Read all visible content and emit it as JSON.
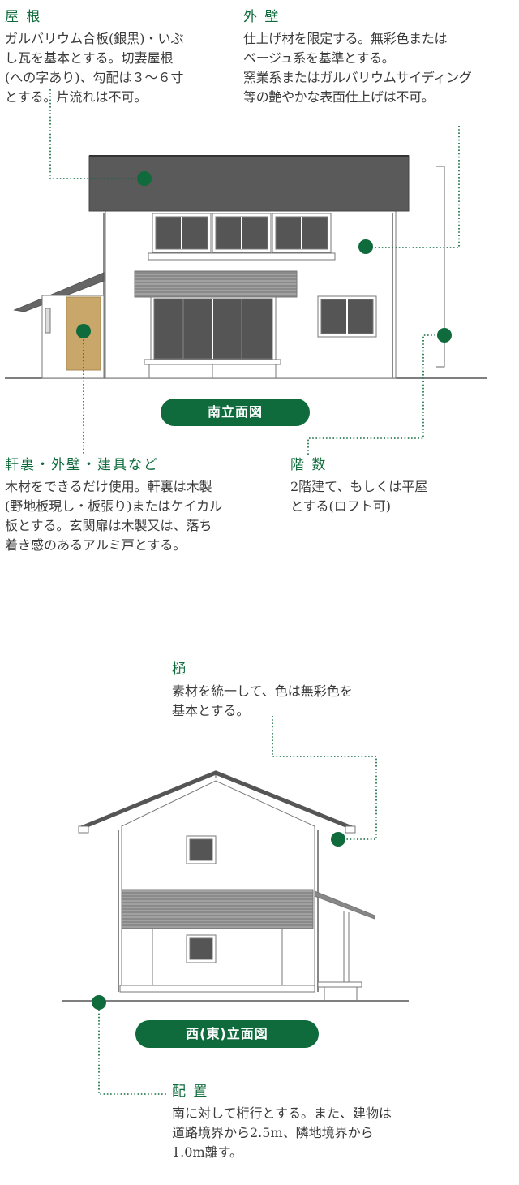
{
  "sections": {
    "roof": {
      "heading": "屋 根",
      "text": "ガルバリウム合板(銀黒)・いぶ\nし瓦を基本とする。切妻屋根\n(への字あり)、勾配は３〜６寸\nとする。片流れは不可。"
    },
    "wall": {
      "heading": "外 壁",
      "text": "仕上げ材を限定する。無彩色または\nベージュ系を基準とする。\n窯業系またはガルバリウムサイディング\n等の艶やかな表面仕上げは不可。"
    },
    "eaves": {
      "heading": "軒裏・外壁・建具など",
      "text": "木材をできるだけ使用。軒裏は木製\n(野地板現し・板張り)またはケイカル\n板とする。玄関扉は木製又は、落ち\n着き感のあるアルミ戸とする。"
    },
    "floors": {
      "heading": "階 数",
      "text": "2階建て、もしくは平屋\nとする(ロフト可)"
    },
    "gutter": {
      "heading": "樋",
      "text": "素材を統一して、色は無彩色を\n基本とする。"
    },
    "layout": {
      "heading": "配 置",
      "text": "南に対して桁行とする。また、建物は\n道路境界から2.5m、隣地境界から\n1.0m離す。"
    }
  },
  "labels": {
    "south_elevation": "南立面図",
    "west_elevation": "西(東)立面図"
  },
  "colors": {
    "accent": "#0f6b3c",
    "roof": "#5a5a5a",
    "window": "#555555",
    "door": "#c9a76a"
  }
}
